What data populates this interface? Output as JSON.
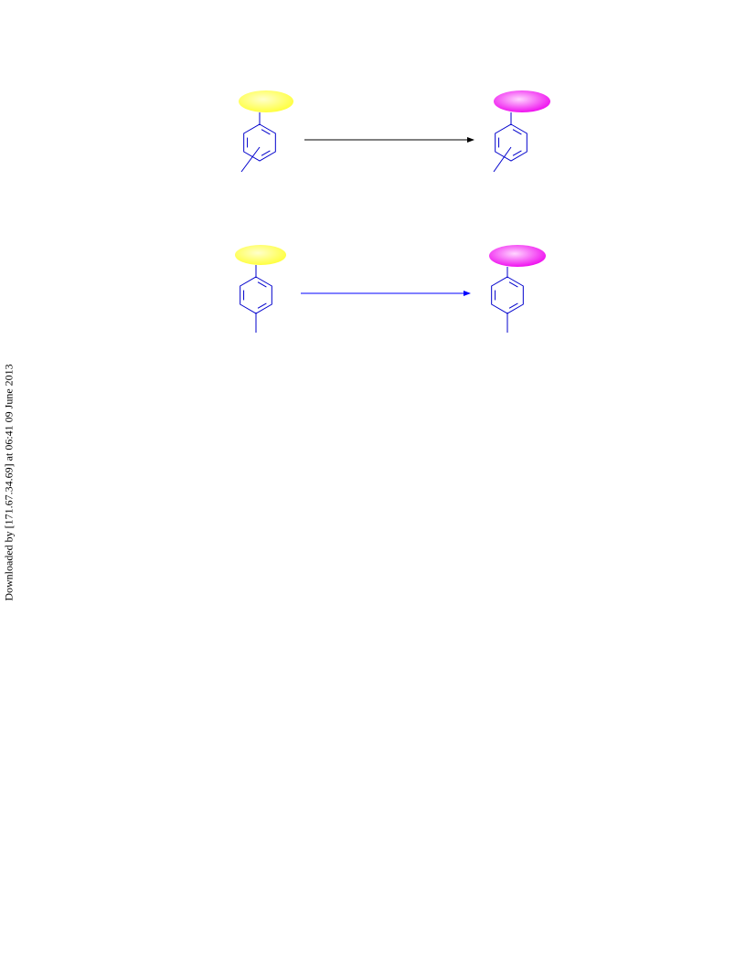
{
  "watermark": {
    "text": "Downloaded by [171.67.34.69] at 06:41 09 June 2013"
  },
  "scheme": {
    "colors": {
      "ring_bond": "#0000cc",
      "reactant_blob": "#ffff33",
      "reactant_blob_highlight": "#ffffcc",
      "product_blob": "#ee00ee",
      "product_blob_highlight": "#ffd6ff",
      "arrow_top": "#000000",
      "arrow_bottom": "#0000ff"
    },
    "reactions": [
      {
        "id": "reaction-1",
        "substituent": "meta",
        "arrow_color_key": "arrow_top"
      },
      {
        "id": "reaction-2",
        "substituent": "para",
        "arrow_color_key": "arrow_bottom"
      }
    ]
  }
}
